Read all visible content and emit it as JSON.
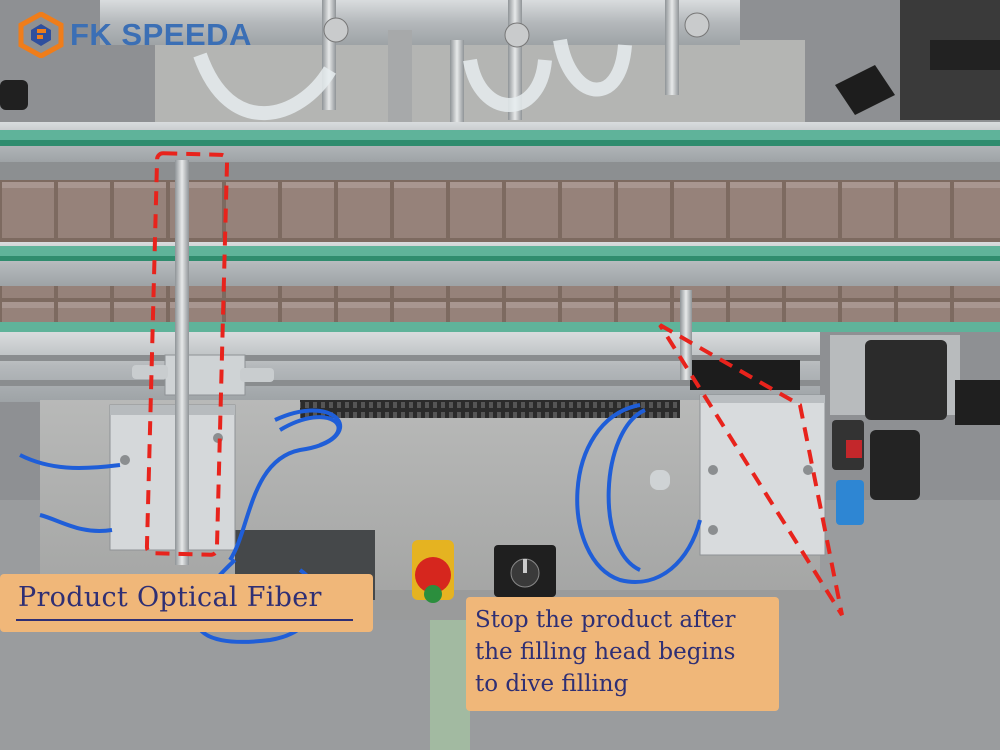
{
  "brand": {
    "name": "FK SPEEDA",
    "text_color": "#3b6fb5",
    "icon_colors": [
      "#ef7d1a",
      "#2f4f9e"
    ]
  },
  "callouts": {
    "fiber_label": "Product Optical Fiber",
    "stop_label_lines": [
      "Stop the product after",
      "the filling head begins",
      "to dive filling"
    ],
    "box_color": "#f0b779",
    "text_color": "#2f2f74",
    "marker_color": "#e8231c"
  },
  "scene_components": [
    "conveyor-belt",
    "guide-rail-top",
    "guide-rail-bottom",
    "optical-fiber-sensor-mount",
    "stop-cylinder",
    "blue-pneumatic-tubing",
    "emergency-stop-button",
    "speed-control-knob",
    "adjustment-handles"
  ]
}
